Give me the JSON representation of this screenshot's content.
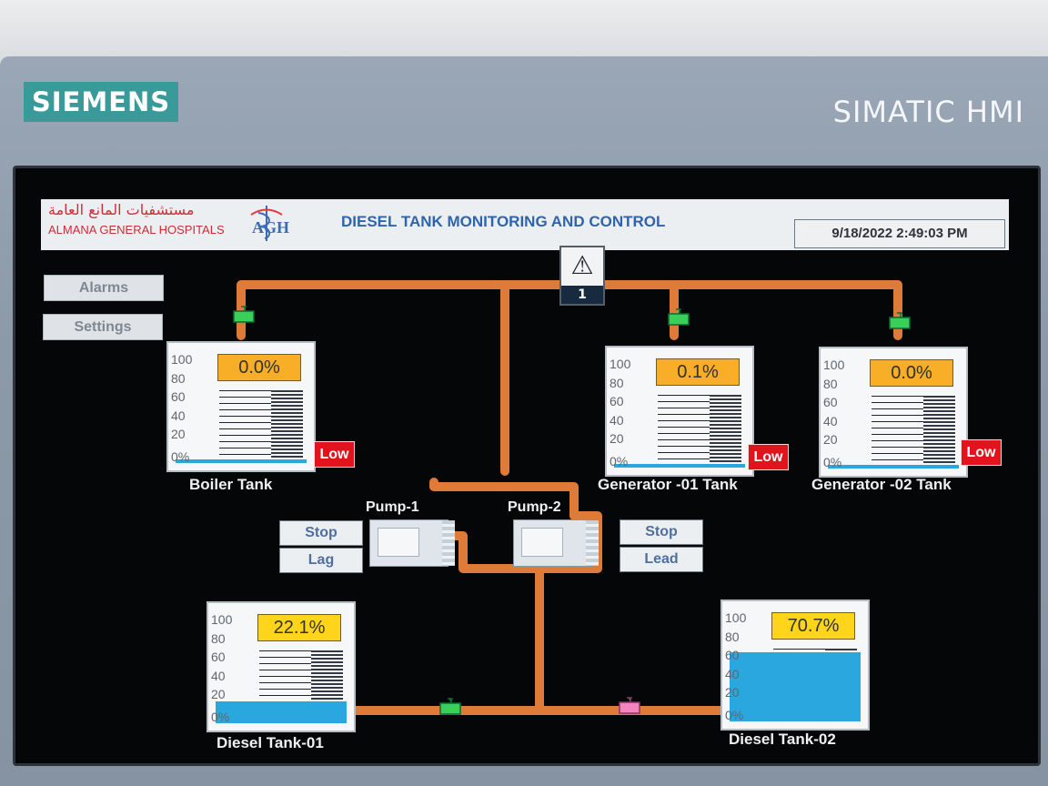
{
  "device": {
    "brand": "SIEMENS",
    "model": "SIMATIC HMI"
  },
  "header": {
    "logo_arabic": "مستشفيات المانع العامة",
    "logo_english": "ALMANA GENERAL HOSPITALS",
    "logo_mark": "AGH",
    "title": "DIESEL TANK MONITORING AND CONTROL",
    "datetime": "9/18/2022 2:49:03 PM"
  },
  "nav": {
    "alarms": "Alarms",
    "settings": "Settings"
  },
  "alarm_indicator": {
    "count": "1",
    "icon": "warning-triangle-icon"
  },
  "scale_labels": [
    "100",
    "80",
    "60",
    "40",
    "20",
    "0%"
  ],
  "tanks": {
    "boiler": {
      "name": "Boiler Tank",
      "value": "0.0%",
      "level": 0.0,
      "status": "Low"
    },
    "generator1": {
      "name": "Generator -01 Tank",
      "value": "0.1%",
      "level": 0.1,
      "status": "Low"
    },
    "generator2": {
      "name": "Generator -02 Tank",
      "value": "0.0%",
      "level": 0.0,
      "status": "Low"
    },
    "diesel1": {
      "name": "Diesel Tank-01",
      "value": "22.1%",
      "level": 22.1
    },
    "diesel2": {
      "name": "Diesel Tank-02",
      "value": "70.7%",
      "level": 70.7
    }
  },
  "pumps": {
    "pump1": {
      "name": "Pump-1",
      "stop": "Stop",
      "mode": "Lag"
    },
    "pump2": {
      "name": "Pump-2",
      "stop": "Stop",
      "mode": "Lead"
    }
  },
  "colors": {
    "pipe": "#df7b38",
    "low_alarm": "#e1141d",
    "level": "#2aa7de",
    "valve_open": "#39cf59",
    "valve_closed": "#f285be"
  }
}
